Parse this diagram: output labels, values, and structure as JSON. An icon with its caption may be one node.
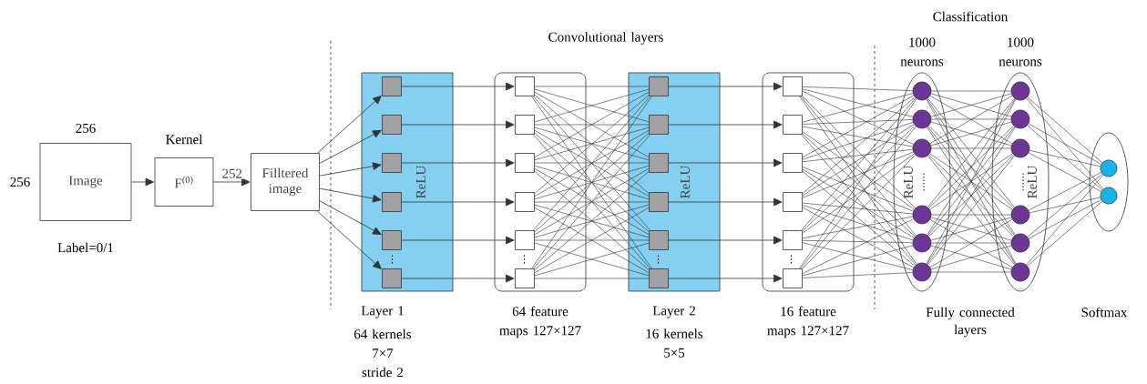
{
  "diagram": {
    "nodes": [
      {
        "text": [
          "Image"
        ],
        "beside": [
          "256",
          "256",
          "Label=0/1"
        ]
      },
      {
        "text": [
          "F$^{(0)}$"
        ],
        "beside": [
          "Kernel"
        ]
      },
      {
        "text": [
          "Filltered image"
        ]
      },
      {
        "text": [
          "ReLU"
        ],
        "beside": [
          "Layer 1",
          "64 kernels 7×7 stride 2"
        ]
      },
      {
        "text": [],
        "shape": "box",
        "in": 3
      },
      {
        "text": [],
        "shape": "box",
        "in": 3
      },
      {
        "text": [],
        "shape": "box",
        "in": 3
      },
      {
        "text": [],
        "shape": "box",
        "in": 3
      },
      {
        "text": [],
        "shape": "box",
        "in": 3
      },
      {
        "text": [],
        "shape": "box",
        "in": 3
      },
      {
        "text": [],
        "shape": "box",
        "beside": [
          "64 feature maps 127×127"
        ]
      },
      {
        "text": [],
        "shape": "box",
        "in": 10
      },
      {
        "text": [],
        "shape": "box",
        "in": 10
      },
      {
        "text": [],
        "shape": "box",
        "in": 10
      },
      {
        "text": [],
        "shape": "box",
        "in": 10
      },
      {
        "text": [],
        "shape": "box",
        "in": 10
      },
      {
        "text": [],
        "shape": "box",
        "in": 10
      },
      {
        "text": [
          "ReLU"
        ],
        "beside": [
          "Layer 2",
          "16 kernels 5×5"
        ]
      },
      {
        "text": [],
        "shape": "box",
        "in": 17
      },
      {
        "text": [],
        "shape": "box",
        "in": 17
      },
      {
        "text": [],
        "shape": "box",
        "in": 17
      },
      {
        "text": [],
        "shape": "box",
        "in": 17
      },
      {
        "text": [],
        "shape": "box",
        "in": 17
      },
      {
        "text": [],
        "shape": "box",
        "in": 17
      },
      {
        "text": [],
        "shape": "box",
        "beside": [
          "16 feature maps 127×127"
        ]
      },
      {
        "text": [],
        "shape": "box",
        "in": 24
      },
      {
        "text": [],
        "shape": "box",
        "in": 24
      },
      {
        "text": [],
        "shape": "box",
        "in": 24
      },
      {
        "text": [],
        "shape": "box",
        "in": 24
      },
      {
        "text": [],
        "shape": "box",
        "in": 24
      },
      {
        "text": [],
        "shape": "box",
        "in": 24
      },
      {
        "text": [
          "ReLU"
        ],
        "beside": [
          "1000 neurons"
        ]
      },
      {
        "text": [],
        "shape": "circle",
        "in": 31
      },
      {
        "text": [],
        "shape": "circle",
        "in": 31
      },
      {
        "text": [],
        "shape": "circle",
        "in": 31
      },
      {
        "text": [],
        "shape": "circle",
        "in": 31
      },
      {
        "text": [],
        "shape": "circle",
        "in": 31
      },
      {
        "text": [],
        "shape": "circle",
        "in": 31
      },
      {
        "text": [
          "ReLU"
        ],
        "beside": [
          "1000 neurons"
        ]
      },
      {
        "text": [],
        "shape": "circle",
        "in": 38
      },
      {
        "text": [],
        "shape": "circle",
        "in": 38
      },
      {
        "text": [],
        "shape": "circle",
        "in": 38
      },
      {
        "text": [],
        "shape": "circle",
        "in": 38
      },
      {
        "text": [],
        "shape": "circle",
        "in": 38
      },
      {
        "text": [],
        "shape": "circle",
        "in": 38
      },
      {
        "text": [],
        "shape": "ellipse"
      },
      {
        "text": [],
        "shape": "circle",
        "in": 45
      },
      {
        "text": [],
        "shape": "circle",
        "in": 45
      }
    ],
    "edges": [
      {
        "from": 0,
        "to": 1,
        "arrow": "to"
      },
      {
        "from": 1,
        "to": 2,
        "arrow": "to",
        "label": "252"
      },
      {
        "from": 2,
        "to": 4,
        "arrow": "to"
      },
      {
        "from": 2,
        "to": 5,
        "arrow": "to"
      },
      {
        "from": 2,
        "to": 6,
        "arrow": "to"
      },
      {
        "from": 2,
        "to": 7,
        "arrow": "to"
      },
      {
        "from": 2,
        "to": 8,
        "arrow": "to"
      },
      {
        "from": 2,
        "to": 9,
        "arrow": "to"
      },
      {
        "from": 4,
        "to": 11,
        "arrow": "to"
      },
      {
        "from": 5,
        "to": 12,
        "arrow": "to"
      },
      {
        "from": 6,
        "to": 13,
        "arrow": "to"
      },
      {
        "from": 7,
        "to": 14,
        "arrow": "to"
      },
      {
        "from": 8,
        "to": 15,
        "arrow": "to"
      },
      {
        "from": 9,
        "to": 16,
        "arrow": "to"
      },
      {
        "from": 11,
        "to": 18,
        "arrow": "none"
      },
      {
        "from": 11,
        "to": 19,
        "arrow": "none"
      },
      {
        "from": 11,
        "to": 20,
        "arrow": "none"
      },
      {
        "from": 11,
        "to": 21,
        "arrow": "none"
      },
      {
        "from": 11,
        "to": 22,
        "arrow": "none"
      },
      {
        "from": 11,
        "to": 23,
        "arrow": "none"
      },
      {
        "from": 12,
        "to": 18,
        "arrow": "none"
      },
      {
        "from": 12,
        "to": 19,
        "arrow": "none"
      },
      {
        "from": 12,
        "to": 20,
        "arrow": "none"
      },
      {
        "from": 12,
        "to": 21,
        "arrow": "none"
      },
      {
        "from": 12,
        "to": 22,
        "arrow": "none"
      },
      {
        "from": 12,
        "to": 23,
        "arrow": "none"
      },
      {
        "from": 13,
        "to": 18,
        "arrow": "none"
      },
      {
        "from": 13,
        "to": 19,
        "arrow": "none"
      },
      {
        "from": 13,
        "to": 20,
        "arrow": "none"
      },
      {
        "from": 13,
        "to": 21,
        "arrow": "none"
      },
      {
        "from": 13,
        "to": 22,
        "arrow": "none"
      },
      {
        "from": 13,
        "to": 23,
        "arrow": "none"
      },
      {
        "from": 14,
        "to": 18,
        "arrow": "none"
      },
      {
        "from": 14,
        "to": 19,
        "arrow": "none"
      },
      {
        "from": 14,
        "to": 20,
        "arrow": "none"
      },
      {
        "from": 14,
        "to": 21,
        "arrow": "none"
      },
      {
        "from": 14,
        "to": 22,
        "arrow": "none"
      },
      {
        "from": 14,
        "to": 23,
        "arrow": "none"
      },
      {
        "from": 15,
        "to": 18,
        "arrow": "none"
      },
      {
        "from": 15,
        "to": 19,
        "arrow": "none"
      },
      {
        "from": 15,
        "to": 20,
        "arrow": "none"
      },
      {
        "from": 15,
        "to": 21,
        "arrow": "none"
      },
      {
        "from": 15,
        "to": 22,
        "arrow": "none"
      },
      {
        "from": 15,
        "to": 23,
        "arrow": "none"
      },
      {
        "from": 16,
        "to": 18,
        "arrow": "none"
      },
      {
        "from": 16,
        "to": 19,
        "arrow": "none"
      },
      {
        "from": 16,
        "to": 20,
        "arrow": "none"
      },
      {
        "from": 16,
        "to": 21,
        "arrow": "none"
      },
      {
        "from": 16,
        "to": 22,
        "arrow": "none"
      },
      {
        "from": 16,
        "to": 23,
        "arrow": "none"
      },
      {
        "from": 18,
        "to": 25,
        "arrow": "to"
      },
      {
        "from": 19,
        "to": 26,
        "arrow": "to"
      },
      {
        "from": 20,
        "to": 27,
        "arrow": "to"
      },
      {
        "from": 21,
        "to": 28,
        "arrow": "to"
      },
      {
        "from": 22,
        "to": 29,
        "arrow": "to"
      },
      {
        "from": 23,
        "to": 30,
        "arrow": "to"
      },
      {
        "from": 25,
        "to": 32,
        "arrow": "none"
      },
      {
        "from": 25,
        "to": 33,
        "arrow": "none"
      },
      {
        "from": 25,
        "to": 34,
        "arrow": "none"
      },
      {
        "from": 25,
        "to": 35,
        "arrow": "none"
      },
      {
        "from": 25,
        "to": 36,
        "arrow": "none"
      },
      {
        "from": 25,
        "to": 37,
        "arrow": "none"
      },
      {
        "from": 26,
        "to": 32,
        "arrow": "none"
      },
      {
        "from": 26,
        "to": 33,
        "arrow": "none"
      },
      {
        "from": 26,
        "to": 34,
        "arrow": "none"
      },
      {
        "from": 26,
        "to": 35,
        "arrow": "none"
      },
      {
        "from": 26,
        "to": 36,
        "arrow": "none"
      },
      {
        "from": 26,
        "to": 37,
        "arrow": "none"
      },
      {
        "from": 27,
        "to": 32,
        "arrow": "none"
      },
      {
        "from": 27,
        "to": 33,
        "arrow": "none"
      },
      {
        "from": 27,
        "to": 34,
        "arrow": "none"
      },
      {
        "from": 27,
        "to": 35,
        "arrow": "none"
      },
      {
        "from": 27,
        "to": 36,
        "arrow": "none"
      },
      {
        "from": 27,
        "to": 37,
        "arrow": "none"
      },
      {
        "from": 28,
        "to": 32,
        "arrow": "none"
      },
      {
        "from": 28,
        "to": 33,
        "arrow": "none"
      },
      {
        "from": 28,
        "to": 34,
        "arrow": "none"
      },
      {
        "from": 28,
        "to": 35,
        "arrow": "none"
      },
      {
        "from": 28,
        "to": 36,
        "arrow": "none"
      },
      {
        "from": 28,
        "to": 37,
        "arrow": "none"
      },
      {
        "from": 29,
        "to": 32,
        "arrow": "none"
      },
      {
        "from": 29,
        "to": 33,
        "arrow": "none"
      },
      {
        "from": 29,
        "to": 34,
        "arrow": "none"
      },
      {
        "from": 29,
        "to": 35,
        "arrow": "none"
      },
      {
        "from": 29,
        "to": 36,
        "arrow": "none"
      },
      {
        "from": 29,
        "to": 37,
        "arrow": "none"
      },
      {
        "from": 30,
        "to": 32,
        "arrow": "none"
      },
      {
        "from": 30,
        "to": 33,
        "arrow": "none"
      },
      {
        "from": 30,
        "to": 34,
        "arrow": "none"
      },
      {
        "from": 30,
        "to": 35,
        "arrow": "none"
      },
      {
        "from": 30,
        "to": 36,
        "arrow": "none"
      },
      {
        "from": 30,
        "to": 37,
        "arrow": "none"
      },
      {
        "from": 32,
        "to": 39,
        "arrow": "none"
      },
      {
        "from": 32,
        "to": 40,
        "arrow": "none"
      },
      {
        "from": 32,
        "to": 41,
        "arrow": "none"
      },
      {
        "from": 32,
        "to": 42,
        "arrow": "none"
      },
      {
        "from": 32,
        "to": 43,
        "arrow": "none"
      },
      {
        "from": 32,
        "to": 44,
        "arrow": "none"
      },
      {
        "from": 33,
        "to": 39,
        "arrow": "none"
      },
      {
        "from": 33,
        "to": 40,
        "arrow": "none"
      },
      {
        "from": 33,
        "to": 41,
        "arrow": "none"
      },
      {
        "from": 33,
        "to": 42,
        "arrow": "none"
      },
      {
        "from": 33,
        "to": 43,
        "arrow": "none"
      },
      {
        "from": 33,
        "to": 44,
        "arrow": "none"
      },
      {
        "from": 34,
        "to": 39,
        "arrow": "none"
      },
      {
        "from": 34,
        "to": 40,
        "arrow": "none"
      },
      {
        "from": 34,
        "to": 41,
        "arrow": "none"
      },
      {
        "from": 34,
        "to": 42,
        "arrow": "none"
      },
      {
        "from": 34,
        "to": 43,
        "arrow": "none"
      },
      {
        "from": 34,
        "to": 44,
        "arrow": "none"
      },
      {
        "from": 35,
        "to": 39,
        "arrow": "none"
      },
      {
        "from": 35,
        "to": 40,
        "arrow": "none"
      },
      {
        "from": 35,
        "to": 41,
        "arrow": "none"
      },
      {
        "from": 35,
        "to": 42,
        "arrow": "none"
      },
      {
        "from": 35,
        "to": 43,
        "arrow": "none"
      },
      {
        "from": 35,
        "to": 44,
        "arrow": "none"
      },
      {
        "from": 36,
        "to": 39,
        "arrow": "none"
      },
      {
        "from": 36,
        "to": 40,
        "arrow": "none"
      },
      {
        "from": 36,
        "to": 41,
        "arrow": "none"
      },
      {
        "from": 36,
        "to": 42,
        "arrow": "none"
      },
      {
        "from": 36,
        "to": 43,
        "arrow": "none"
      },
      {
        "from": 36,
        "to": 44,
        "arrow": "none"
      },
      {
        "from": 37,
        "to": 39,
        "arrow": "none"
      },
      {
        "from": 37,
        "to": 40,
        "arrow": "none"
      },
      {
        "from": 37,
        "to": 41,
        "arrow": "none"
      },
      {
        "from": 37,
        "to": 42,
        "arrow": "none"
      },
      {
        "from": 37,
        "to": 43,
        "arrow": "none"
      },
      {
        "from": 37,
        "to": 44,
        "arrow": "none"
      },
      {
        "from": 39,
        "to": 46,
        "arrow": "none"
      },
      {
        "from": 39,
        "to": 47,
        "arrow": "none"
      },
      {
        "from": 40,
        "to": 46,
        "arrow": "none"
      },
      {
        "from": 40,
        "to": 47,
        "arrow": "none"
      },
      {
        "from": 41,
        "to": 46,
        "arrow": "none"
      },
      {
        "from": 41,
        "to": 47,
        "arrow": "none"
      },
      {
        "from": 42,
        "to": 46,
        "arrow": "none"
      },
      {
        "from": 42,
        "to": 47,
        "arrow": "none"
      },
      {
        "from": 43,
        "to": 46,
        "arrow": "none"
      },
      {
        "from": 43,
        "to": 47,
        "arrow": "none"
      },
      {
        "from": 44,
        "to": 46,
        "arrow": "none"
      },
      {
        "from": 44,
        "to": 47,
        "arrow": "none"
      }
    ],
    "labels": [
      "Classification",
      "Convolutional layers",
      "⋮",
      "⋮",
      "⋮",
      "⋮",
      "......",
      "......",
      "Fully connected layers",
      "Softmax"
    ]
  }
}
